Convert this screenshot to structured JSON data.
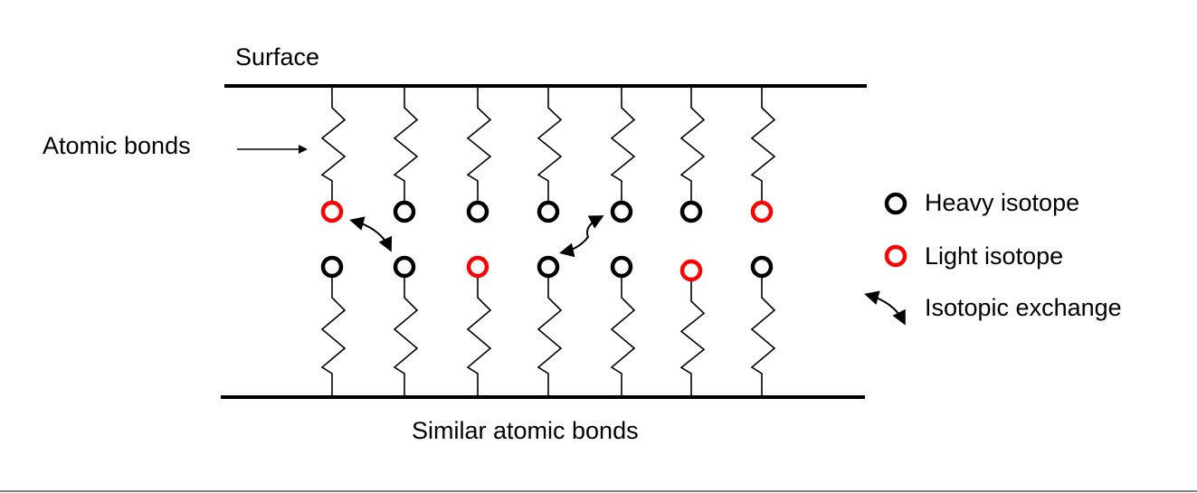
{
  "labels": {
    "surface": "Surface",
    "atomic_bonds": "Atomic bonds",
    "similar_atomic_bonds": "Similar atomic bonds"
  },
  "legend": [
    {
      "label": "Heavy isotope",
      "icon": "black-circle-icon"
    },
    {
      "label": "Light isotope",
      "icon": "red-circle-icon"
    },
    {
      "label": "Isotopic exchange",
      "icon": "curved-double-arrow-icon"
    }
  ],
  "colors": {
    "heavy": "#000000",
    "light": "#ff0000"
  },
  "top_row": [
    "light",
    "heavy",
    "heavy",
    "heavy",
    "heavy",
    "heavy",
    "light"
  ],
  "bottom_row": [
    "heavy",
    "heavy",
    "light",
    "heavy",
    "heavy",
    "light",
    "heavy"
  ]
}
